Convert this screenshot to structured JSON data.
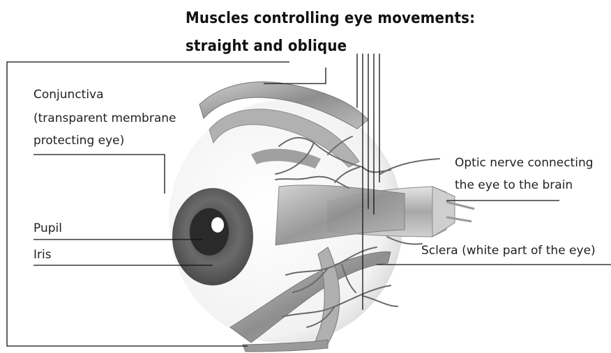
{
  "title": {
    "line1": "Muscles controlling eye movements:",
    "line2": "straight and oblique"
  },
  "labels": {
    "conjunctiva": [
      "Conjunctiva",
      "(transparent membrane",
      "protecting eye)"
    ],
    "pupil": "Pupil",
    "iris": "Iris",
    "optic_nerve": [
      "Optic nerve connecting",
      "the eye to the brain"
    ],
    "sclera": "Sclera (white part of the eye)"
  },
  "colors": {
    "text": "#222222",
    "leader_line": "#111111",
    "muscle": "#9a9a9a",
    "iris": "#5a5a5a",
    "sclera": "#f4f4f4"
  }
}
